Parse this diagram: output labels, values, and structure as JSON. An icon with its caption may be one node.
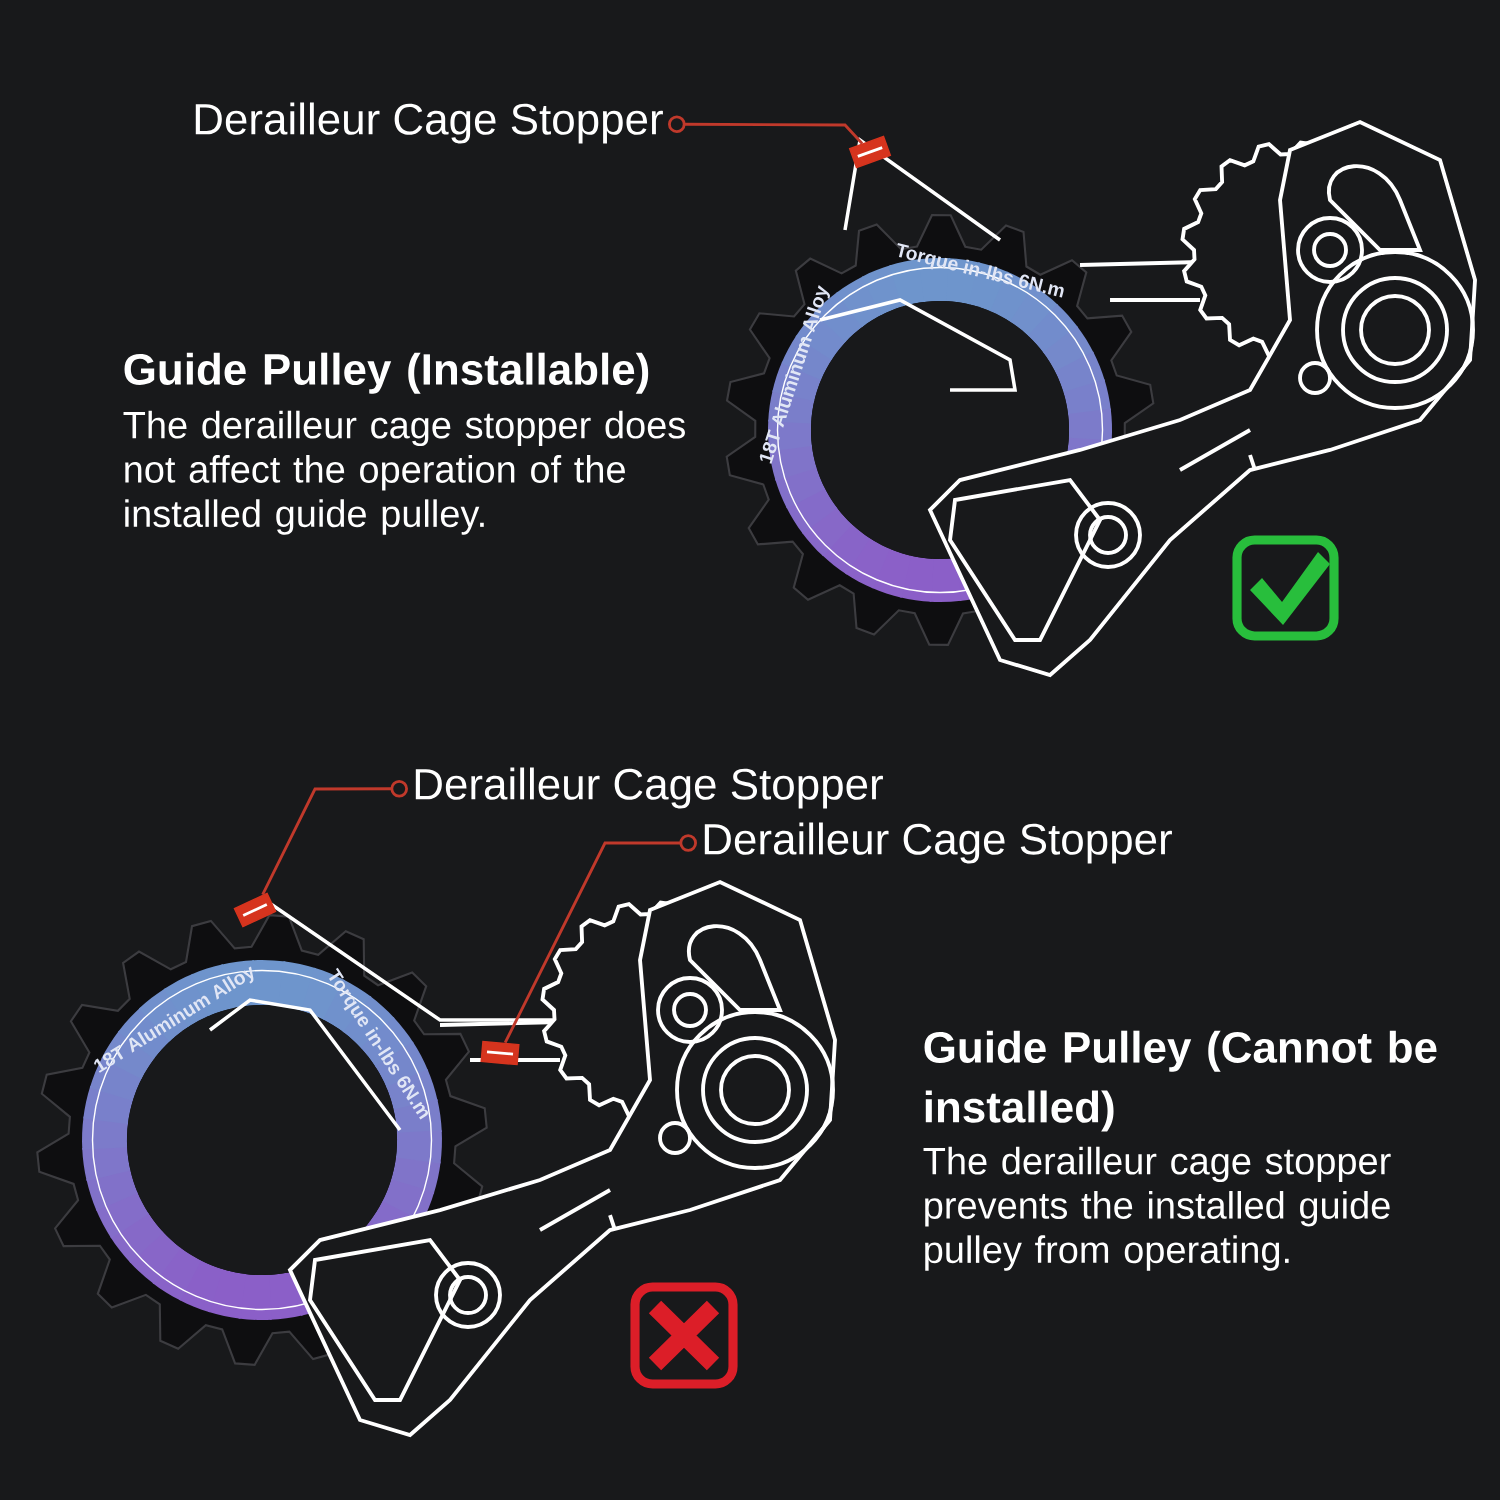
{
  "diagram": {
    "nodes": [
      {
        "text": [
          "Derailleur Cage Stopper"
        ]
      },
      {
        "text": [],
        "shape": "box"
      },
      {
        "text": [
          "Derailleur Cage Stopper"
        ]
      },
      {
        "text": [
          "Derailleur Cage Stopper"
        ]
      },
      {
        "text": [],
        "shape": "box"
      },
      {
        "text": [],
        "shape": "box"
      }
    ],
    "edges": [
      {
        "from": 0,
        "to": 1,
        "arrow": "other",
        "color": "#c0392b"
      },
      {
        "from": 2,
        "to": 4,
        "arrow": "other",
        "color": "#c0392b"
      },
      {
        "from": 3,
        "to": 5,
        "arrow": "other",
        "color": "#c0392b"
      }
    ],
    "labels": [
      "Torque in-lbs 6N.m",
      "18T Aluminum Alloy",
      "Guide Pulley (Installable)",
      "The derailleur cage stopper does not affect the operation of the installed guide pulley.",
      "18T Aluminum Alloy",
      "Torque in-lbs 6N.m",
      "Guide Pulley (Cannot be installed)",
      "The derailleur cage stopper prevents the installed guide pulley from operating."
    ]
  }
}
